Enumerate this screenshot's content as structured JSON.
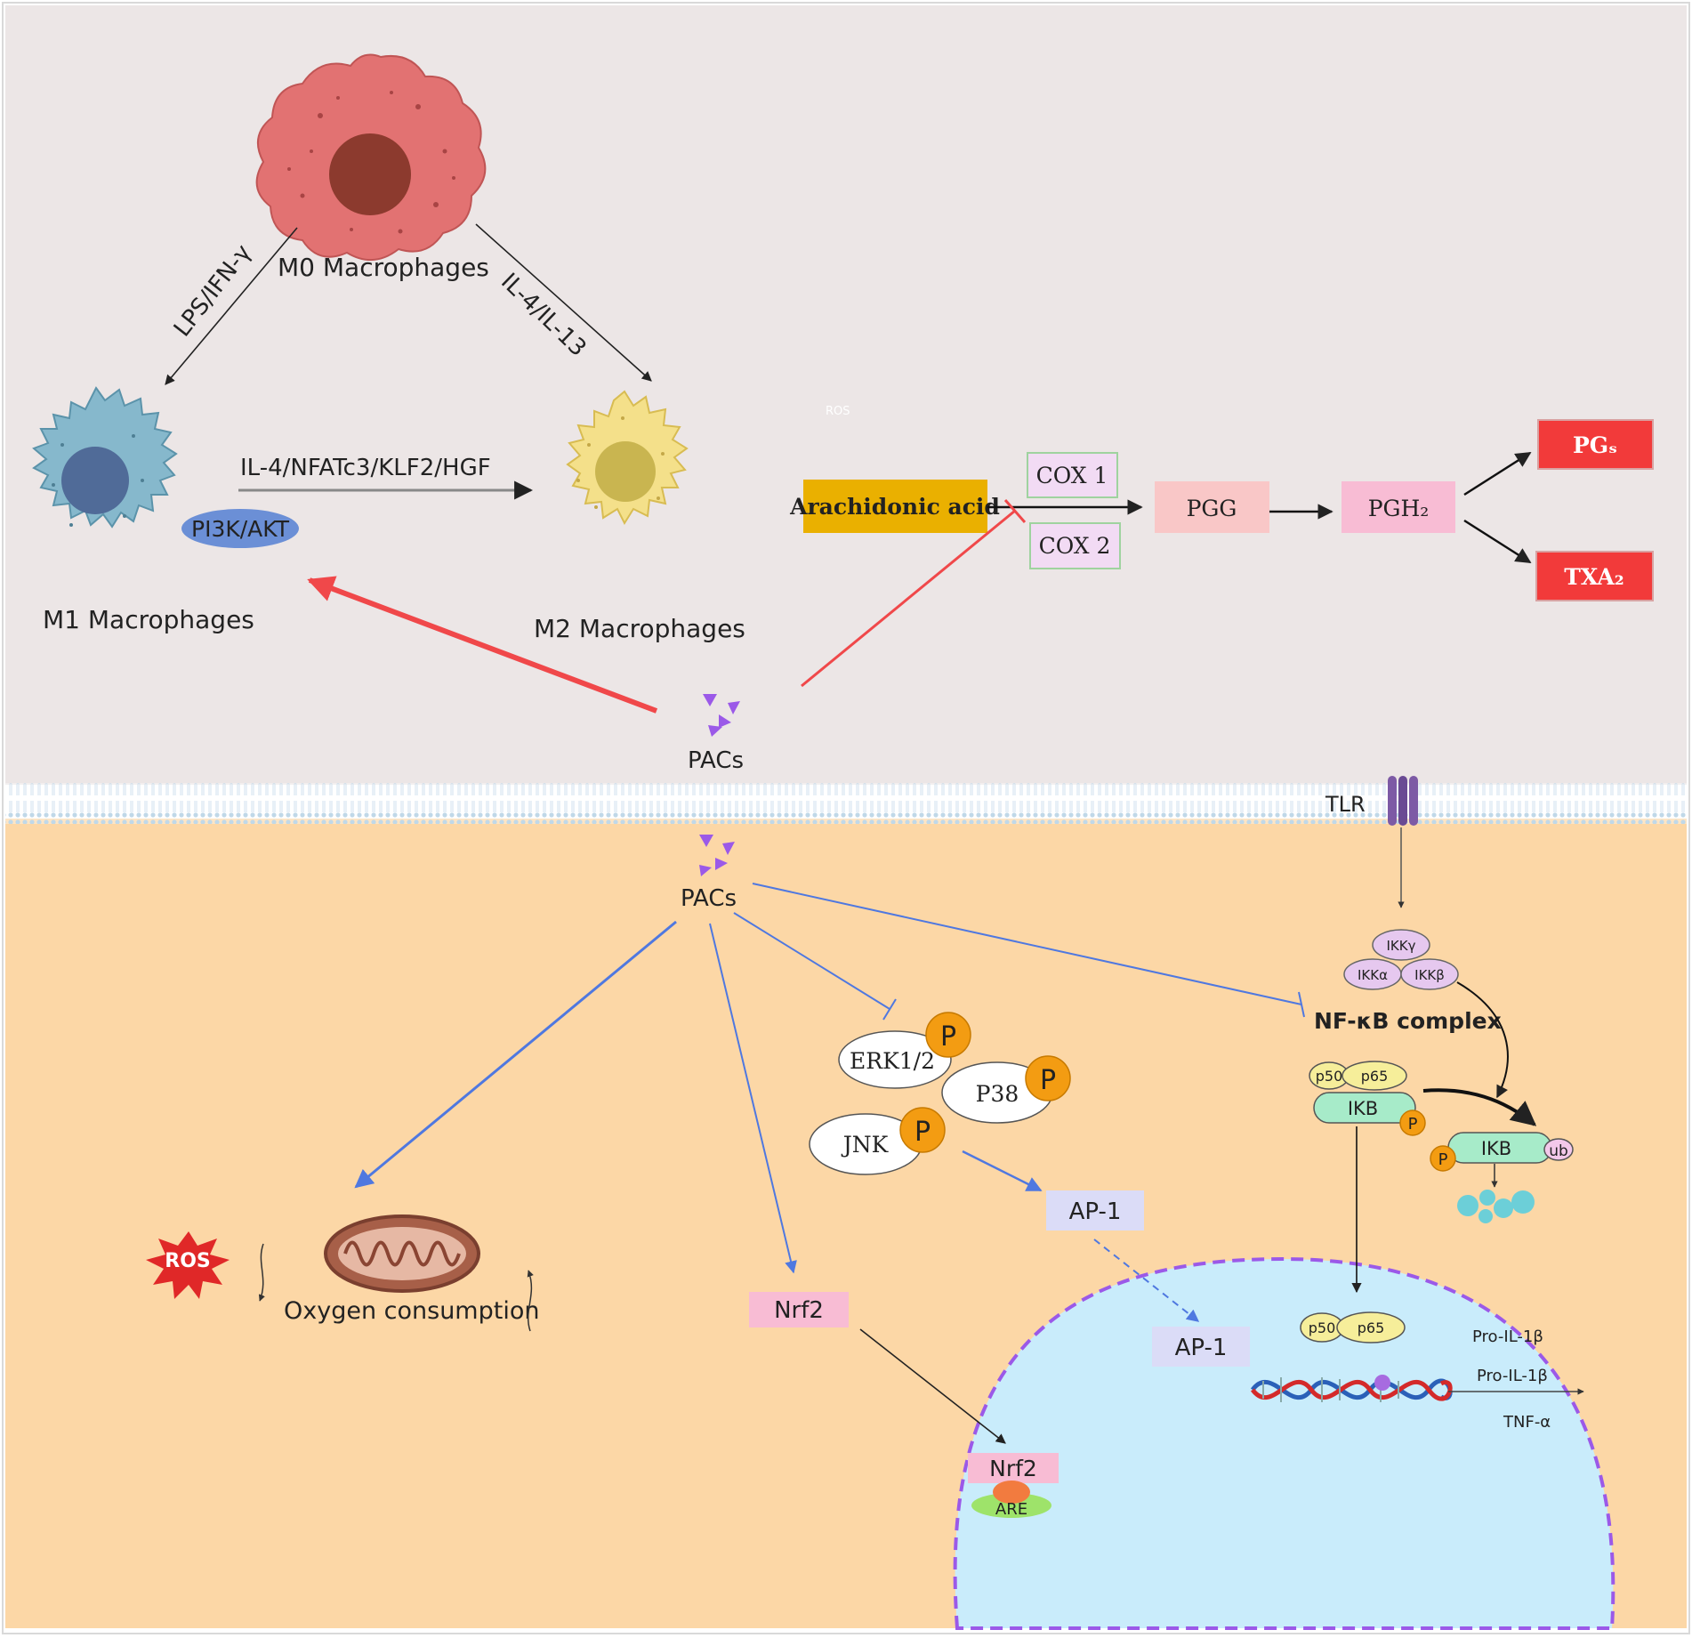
{
  "macrophages": {
    "m0_label": "M0 Macrophages",
    "m1_label": "M1 Macrophages",
    "m2_label": "M2 Macrophages",
    "pi3k_label": "PI3K/AKT",
    "lps_label": "LPS/IFN-γ",
    "il4_label": "IL-4/IL-13",
    "m1_to_m2_label": "IL-4/NFATc3/KLF2/HGF"
  },
  "arachidonic": {
    "ros_faint": "ROS",
    "arachidonic_label": "Arachidonic acid",
    "cox1_label": "COX 1",
    "cox2_label": "COX 2",
    "pgg_label": "PGG",
    "pgh2_label": "PGH₂",
    "pgs_label": "PGₛ",
    "txa2_label": "TXA₂"
  },
  "membrane": {
    "pacs_outer_label": "PACs",
    "pacs_inner_label": "PACs",
    "tlr_label": "TLR"
  },
  "nfkb": {
    "ikk_gamma": "IKKγ",
    "ikk_alpha": "IKKα",
    "ikk_beta": "IKKβ",
    "complex_label": "NF-κB complex",
    "p50_label": "p50",
    "p65_label": "p65",
    "ikb_label": "IKB",
    "p_label": "P",
    "ikb2_label": "IKB",
    "ub_label": "ub",
    "p2_label": "P"
  },
  "mapk": {
    "erk_label": "ERK1/2",
    "p38_label": "P38",
    "jnk_label": "JNK",
    "p_erk": "P",
    "p_p38": "P",
    "p_jnk": "P",
    "ap1_label": "AP-1"
  },
  "nucleus": {
    "ap1_label": "AP-1",
    "p50_label": "p50",
    "p65_label": "p65",
    "pro_il1b_1": "Pro-IL-1β",
    "pro_il1b_2": "Pro-IL-1β",
    "tnf_label": "TNF-α",
    "nrf2_label": "Nrf2",
    "are_label": "ARE"
  },
  "mito": {
    "ros_label": "ROS",
    "oxygen_label": "Oxygen consumption"
  },
  "nrf2": {
    "nrf2_label": "Nrf2"
  },
  "colors": {
    "upper_bg": "#ece6e6",
    "lower_bg": "#fcd7a6",
    "nucleus_fill": "#c9ecfb",
    "nucleus_border": "#9b59e8",
    "red_arrow": "#f0484a",
    "blue_arrow": "#4f78e0",
    "m0_fill": "#e27272",
    "m1_fill": "#86b8cc",
    "m2_fill": "#f4e08a"
  }
}
